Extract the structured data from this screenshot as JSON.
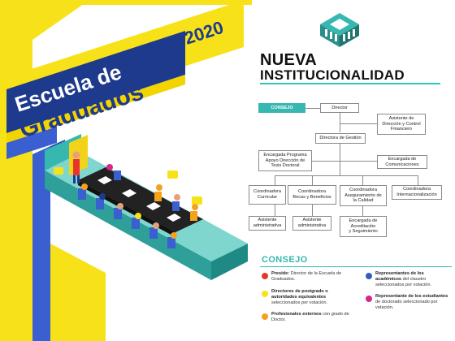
{
  "colors": {
    "yellow": "#f7e21a",
    "teal": "#36b7b0",
    "navy": "#1e3a8c",
    "blue_frame": "#3a5fd0",
    "red": "#e8352c",
    "orange": "#f5a21b",
    "dark_blue": "#2f5fbd",
    "magenta": "#d6278a"
  },
  "icons": {
    "logo": "institution-building-icon"
  },
  "banner": {
    "line1": "Escuela de",
    "line2": "Graduados",
    "year": "2020"
  },
  "heading": {
    "line1": "NUEVA",
    "line2": "INSTITUCIONALIDAD"
  },
  "org": {
    "consejo": "CONSEJO",
    "director": "Director",
    "asistente_direccion": "Asistente de\nDirección y Control\nFinanciero",
    "directora_gestion": "Directora de Gestión",
    "encargada_programa": "Encargada Programa\nApoyo Dirección de\nTesis Doctoral",
    "encargada_comunicaciones": "Encargada de\nComunicaciones",
    "coord_curricular": "Coordinadora\nCurricular",
    "coord_becas": "Coordinadora\nBecas y Beneficios",
    "coord_aseguramiento": "Coordinadora\nAseguramiento de\nla Calidad",
    "coord_internacional": "Coordinadora\nInternacionalización",
    "asistente_admin_1": "Asistente\nadministrativa",
    "asistente_admin_2": "Asistente\nadministrativa",
    "encargada_acreditacion": "Encargada de\nAcreditación\ny Seguimiento"
  },
  "consejo": {
    "title": "CONSEJO",
    "items": [
      {
        "bold": "Preside:",
        "text": " Director de la Escuela de Graduados.",
        "color": "#e8352c"
      },
      {
        "bold": "Directores de postgrado o autoridades equivalentes",
        "text": " seleccionados por votación.",
        "color": "#f7e21a"
      },
      {
        "bold": "Profesionales externos",
        "text": " con grado de Doctor.",
        "color": "#f5a21b"
      },
      {
        "bold": "Representantes de los académicos",
        "text": " del claustro seleccionados por votación.",
        "color": "#2f5fbd"
      },
      {
        "bold": "Representante de los estudiantes",
        "text": " de doctorado seleccionado por votación.",
        "color": "#d6278a"
      }
    ]
  }
}
